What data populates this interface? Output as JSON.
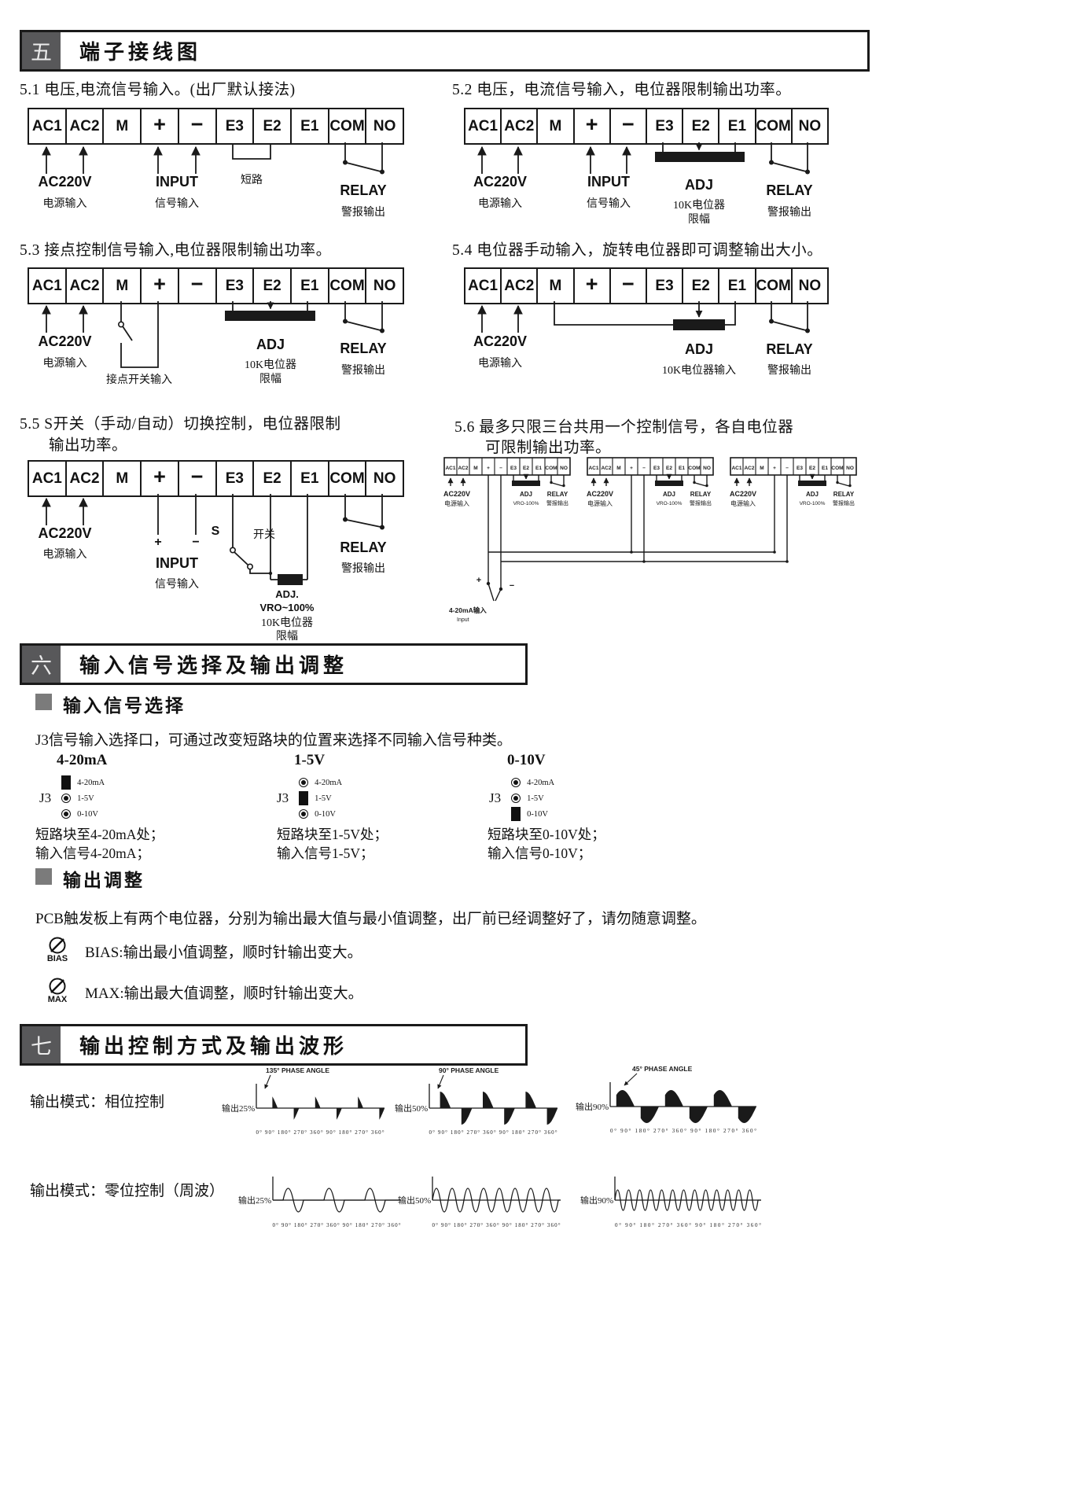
{
  "s5": {
    "num": "五",
    "title": "端子接线图",
    "terminals": [
      "AC1",
      "AC2",
      "M",
      "+",
      "−",
      "E3",
      "E2",
      "E1",
      "COM",
      "NO"
    ],
    "cap": {
      "d51": "5.1 电压,电流信号输入。(出厂默认接法)",
      "d52": "5.2 电压，电流信号输入，电位器限制输出功率。",
      "d53": "5.3 接点控制信号输入,电位器限制输出功率。",
      "d54": "5.4 电位器手动输入，旋转电位器即可调整输出大小。",
      "d55a": "5.5  S开关（手动/自动）切换控制，电位器限制",
      "d55b": "输出功率。",
      "d56a": "5.6 最多只限三台共用一个控制信号，各自电位器",
      "d56b": "可限制输出功率。"
    },
    "lab": {
      "ac220v": "AC220V",
      "power_in": "电源输入",
      "input": "INPUT",
      "signal_in": "信号输入",
      "short": "短路",
      "relay": "RELAY",
      "alarm_out": "警报输出",
      "adj": "ADJ",
      "adj_dot": "ADJ.",
      "pot10k": "10K电位器",
      "limit": "限幅",
      "pot10k_in": "10K电位器输入",
      "contact_in": "接点开关输入",
      "s": "S",
      "switch": "开关",
      "vro_t": "VRO~100%",
      "vro_d": "VRO-100%",
      "plus": "+",
      "minus": "−",
      "sig420": "4-20mA输入",
      "input_en": "Input"
    }
  },
  "s6": {
    "num": "六",
    "title": "输入信号选择及输出调整",
    "sub_select": "输入信号选择",
    "j3_desc": "J3信号输入选择口，可通过改变短路块的位置来选择不同输入信号种类。",
    "j3": "J3",
    "options": [
      {
        "title": "4-20mA",
        "pins": [
          "4-20mA",
          "1-5V",
          "0-10V"
        ],
        "line1": "短路块至4-20mA处；",
        "line2": "输入信号4-20mA；"
      },
      {
        "title": "1-5V",
        "pins": [
          "4-20mA",
          "1-5V",
          "0-10V"
        ],
        "line1": "短路块至1-5V处；",
        "line2": "输入信号1-5V；"
      },
      {
        "title": "0-10V",
        "pins": [
          "4-20mA",
          "1-5V",
          "0-10V"
        ],
        "line1": "短路块至0-10V处；",
        "line2": "输入信号0-10V；"
      }
    ],
    "sub_adjust": "输出调整",
    "pcb_desc": "PCB触发板上有两个电位器，分别为输出最大值与最小值调整，出厂前已经调整好了，请勿随意调整。",
    "bias": "BIAS",
    "bias_desc": "BIAS:输出最小值调整，顺时针输出变大。",
    "max": "MAX",
    "max_desc": "MAX:输出最大值调整，顺时针输出变大。"
  },
  "s7": {
    "num": "七",
    "title": "输出控制方式及输出波形",
    "mode_phase": "输出模式：相位控制",
    "mode_zero": "输出模式：零位控制（周波）",
    "axis": "0° 90° 180° 270° 360° 90° 180° 270° 360°",
    "phase": [
      {
        "angle": "135° PHASE ANGLE",
        "out": "输出25%"
      },
      {
        "angle": "90° PHASE ANGLE",
        "out": "输出50%"
      },
      {
        "angle": "45° PHASE ANGLE",
        "out": "输出90%"
      }
    ],
    "zero": [
      {
        "out": "输出25%"
      },
      {
        "out": "输出50%"
      },
      {
        "out": "输出90%"
      }
    ]
  }
}
